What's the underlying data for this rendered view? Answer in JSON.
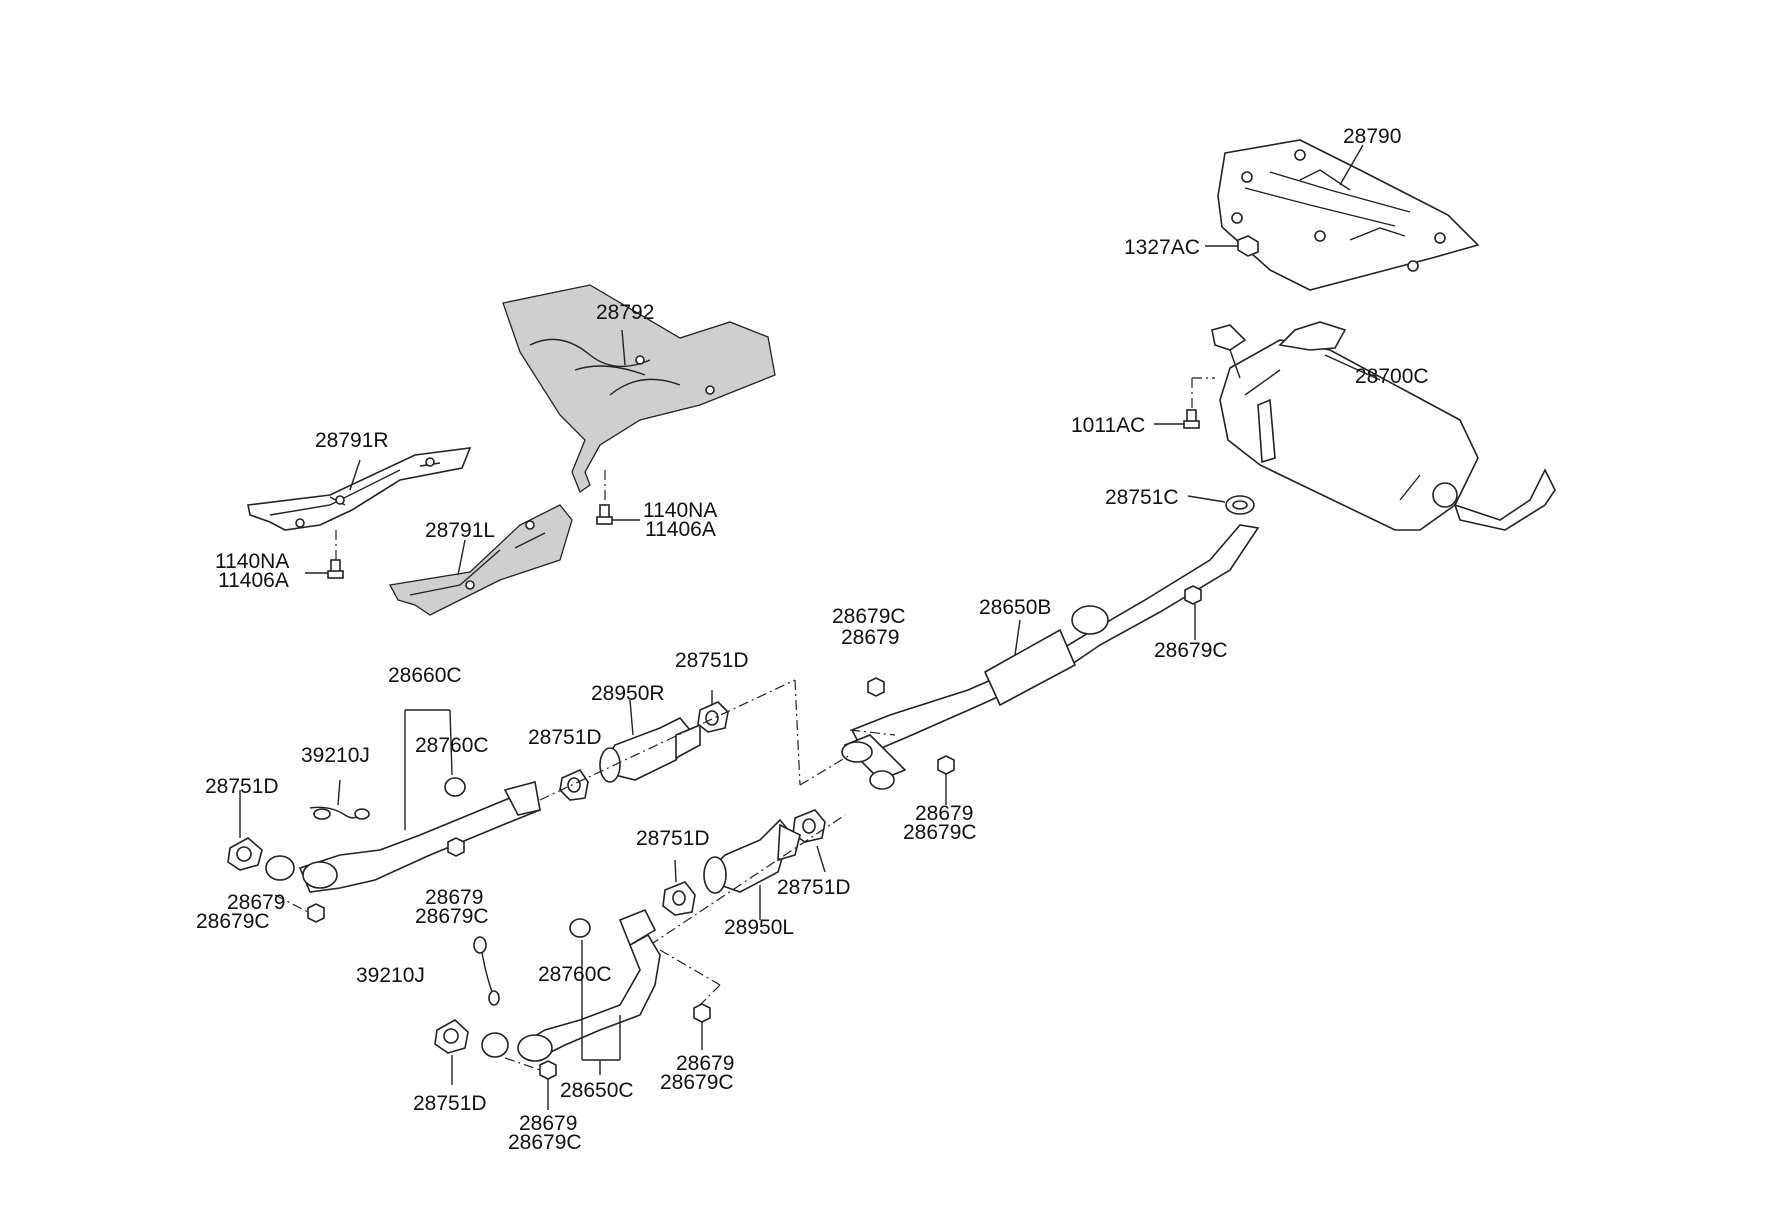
{
  "labels": {
    "p28790": "28790",
    "p1327AC": "1327AC",
    "p28792": "28792",
    "p28700C": "28700C",
    "p1011AC": "1011AC",
    "p28791R": "28791R",
    "p1140NA_a": "1140NA",
    "p11406A_a": "11406A",
    "p28751C": "28751C",
    "p28791L": "28791L",
    "p1140NA_b": "1140NA",
    "p11406A_b": "11406A",
    "p28650B": "28650B",
    "p28679C_t1": "28679C",
    "p28679_t1": "28679",
    "p28679C_r": "28679C",
    "p28660C": "28660C",
    "p28751D_a": "28751D",
    "p28950R": "28950R",
    "p39210J_a": "39210J",
    "p28760C_a": "28760C",
    "p28751D_b": "28751D",
    "p28751D_c": "28751D",
    "p28679_m1": "28679",
    "p28679C_m1": "28679C",
    "p28751D_d": "28751D",
    "p28679_l1": "28679",
    "p28679C_l1": "28679C",
    "p28679_l2": "28679",
    "p28679C_l2": "28679C",
    "p28751D_e": "28751D",
    "p28950L": "28950L",
    "p39210J_b": "39210J",
    "p28760C_b": "28760C",
    "p28679_b1": "28679",
    "p28679C_b1": "28679C",
    "p28650C": "28650C",
    "p28751D_f": "28751D",
    "p28679_b2": "28679",
    "p28679C_b2": "28679C"
  }
}
